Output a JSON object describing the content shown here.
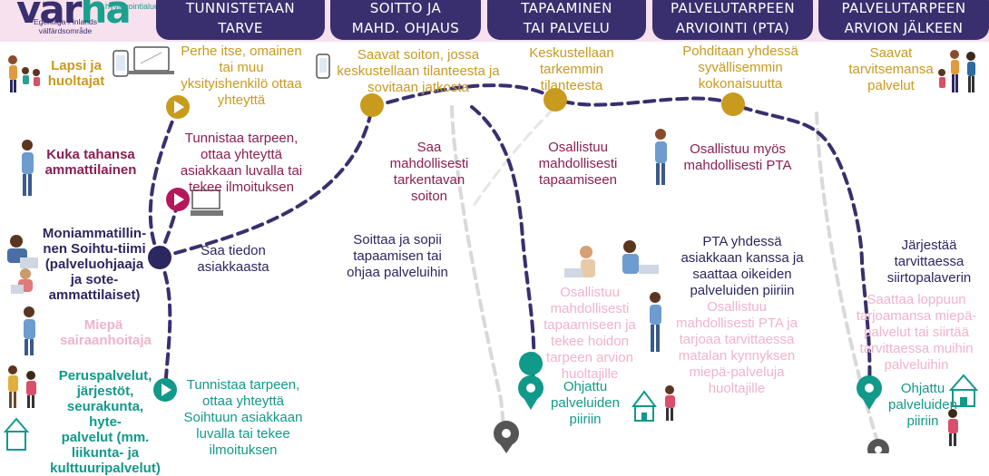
{
  "colors": {
    "navy": "#3a2f6e",
    "gold": "#c89a1e",
    "plum": "#8a1f54",
    "pink": "#f0b3cc",
    "teal": "#11998a",
    "band": "#f7e1ee",
    "grey": "#d9d9d9"
  },
  "logo": {
    "name_part1": "var",
    "name_part2": "ha",
    "tagline": "hyvinvointialue",
    "subtitle": "Egentliga Finlands välfärdsområde"
  },
  "stages": [
    {
      "label": "TUNNISTETAAN\nTARVE"
    },
    {
      "label": "SOITTO JA\nMAHD. OHJAUS"
    },
    {
      "label": "TAPAAMINEN\nTAI PALVELU"
    },
    {
      "label": "PALVELUTARPEEN\nARVIOINTI (PTA)"
    },
    {
      "label": "PALVELUTARPEEN\nARVION JÄLKEEN"
    }
  ],
  "actors": {
    "children": "Lapsi ja huoltajat",
    "anyone": "Kuka tahansa ammattilainen",
    "team": "Moniammatillinen Soihtu-tiimi (palveluohjaaja ja sote-ammattilaiset)",
    "team_lines": [
      "Moniammatillin-",
      "nen Soihtu-tiimi",
      "(palveluohjaaja",
      "ja sote-",
      "ammattilaiset)"
    ],
    "nurse": "Miepä sairaanhoitaja",
    "basic_lines": [
      "Peruspalvelut,",
      "järjestöt,",
      "seurakunta, hyte-",
      "palvelut (mm.",
      "liikunta- ja",
      "kulttuuripalvelut)"
    ]
  },
  "notes": {
    "n1": "Perhe itse, omainen tai muu yksityishenkilö ottaa yhteyttä",
    "n2": "Saavat soiton, jossa keskustellaan tilanteesta ja sovitaan jatkosta",
    "n3": "Keskustellaan tarkemmin tilanteesta",
    "n4": "Pohditaan yhdessä syvällisemmin kokonaisuutta",
    "n5": "Saavat tarvitsemansa palvelut",
    "n6": "Tunnistaa tarpeen, ottaa yhteyttä asiakkaan luvalla tai tekee ilmoituksen",
    "n7": "Saa mahdollisesti tarkentavan soiton",
    "n8": "Osallistuu mahdollisesti tapaamiseen",
    "n9": "Osallistuu myös mahdollisesti PTA",
    "n10": "Saa tiedon asiakkaasta",
    "n11": "Soittaa ja sopii tapaamisen tai ohjaa palveluihin",
    "n12": "PTA yhdessä asiakkaan kanssa ja saattaa oikeiden palveluiden piiriin",
    "n13": "Järjestää tarvittaessa siirtopalaverin",
    "n14": "Osallistuu mahdollisesti tapaamiseen ja tekee hoidon tarpeen arvion huoltajille",
    "n15": "Osallistuu mahdollisesti PTA ja tarjoaa tarvittaessa matalan kynnyksen miepä-palveluja huoltajille",
    "n16": "Saattaa loppuun tarjoamansa miepä-palvelut tai siirtää tarvittaessa muihin palveluihin",
    "n17": "Tunnistaa tarpeen, ottaa yhteyttä Soihtuun asiakkaan luvalla tai tekee ilmoituksen",
    "n18": "Ohjattu palveluiden piiriin",
    "n19": "Ohjattu palveluiden piiriin"
  }
}
